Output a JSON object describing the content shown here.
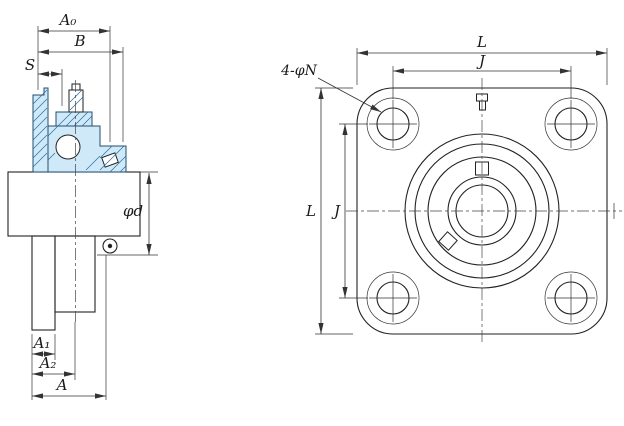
{
  "colors": {
    "section_highlight": "#cfe9f8",
    "line": "#222222"
  },
  "side_view": {
    "dims": {
      "a0": "A₀",
      "b": "B",
      "s": "S",
      "d": "φd",
      "a1": "A₁",
      "a2": "A₂",
      "a": "A"
    }
  },
  "front_view": {
    "dims": {
      "l_top": "L",
      "j_top": "J",
      "l_left": "L",
      "j_left": "J"
    },
    "bolt_note": "4-φN"
  }
}
